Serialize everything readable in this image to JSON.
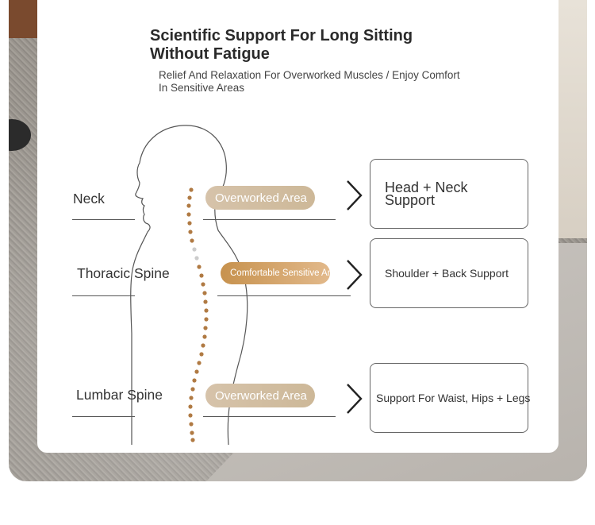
{
  "header": {
    "title": "Scientific Support For Long Sitting Without Fatigue",
    "subtitle": "Relief And Relaxation For Overworked Muscles / Enjoy Comfort In Sensitive Areas"
  },
  "zones": [
    {
      "label": "Neck",
      "tag": "Overworked Area",
      "support": "Head + Neck Support"
    },
    {
      "label": "Thoracic Spine",
      "tag": "Comfortable Sensitive Area",
      "support": "Shoulder + Back Support"
    },
    {
      "label": "Lumbar Spine",
      "tag": "Overworked Area",
      "support": "Support For Waist, Hips + Legs"
    }
  ],
  "colors": {
    "pill_light": "#d6c3aa",
    "pill_dark": "#c7924e",
    "spine_dots": "#b07a43",
    "line": "#555555"
  },
  "icons": [
    "chevron-right-icon",
    "human-silhouette-icon",
    "spine-dots-icon"
  ]
}
